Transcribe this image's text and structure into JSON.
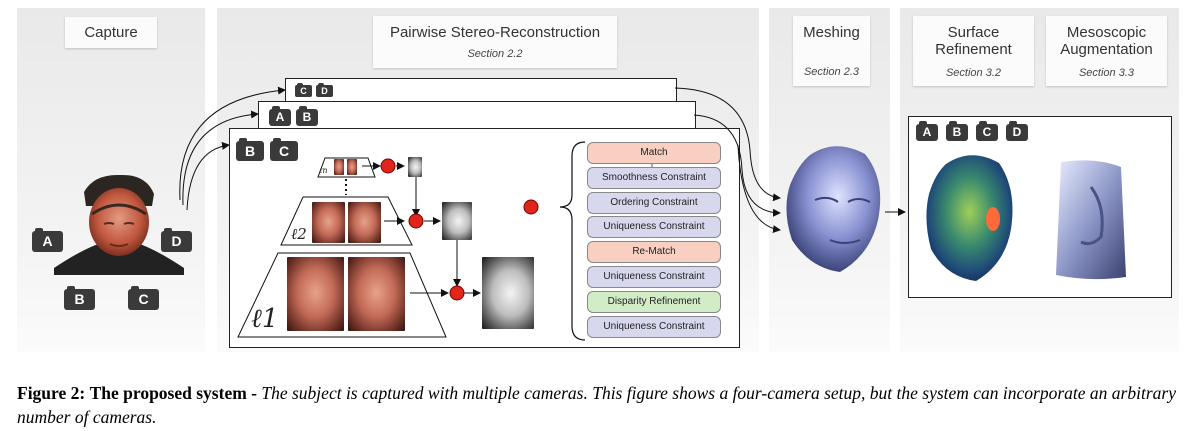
{
  "panels": {
    "capture": {
      "title": "Capture"
    },
    "stereo": {
      "title": "Pairwise Stereo-Reconstruction",
      "section": "Section 2.2"
    },
    "meshing": {
      "title": "Meshing",
      "section": "Section 2.3"
    },
    "surface": {
      "title": "Surface Refinement",
      "section": "Section 3.2"
    },
    "meso": {
      "title": "Mesoscopic Augmentation",
      "section": "Section 3.3"
    }
  },
  "cameras": {
    "capture": [
      "A",
      "B",
      "C",
      "D"
    ],
    "pair_back": [
      "C",
      "D"
    ],
    "pair_mid": [
      "A",
      "B"
    ],
    "pair_front": [
      "B",
      "C"
    ],
    "refinement": [
      "A",
      "B",
      "C",
      "D"
    ]
  },
  "pyramid": {
    "levels": [
      "ℓn",
      "ℓ2",
      "ℓ1"
    ]
  },
  "pipeline_steps": [
    {
      "label": "Match",
      "kind": "match"
    },
    {
      "label": "Smoothness Constraint",
      "kind": "constraint"
    },
    {
      "label": "Ordering Constraint",
      "kind": "constraint"
    },
    {
      "label": "Uniqueness Constraint",
      "kind": "constraint"
    },
    {
      "label": "Re-Match",
      "kind": "match"
    },
    {
      "label": "Uniqueness Constraint",
      "kind": "constraint"
    },
    {
      "label": "Disparity Refinement",
      "kind": "refine"
    },
    {
      "label": "Uniqueness Constraint",
      "kind": "constraint"
    }
  ],
  "caption": {
    "label": "Figure 2:",
    "title": "The proposed system -",
    "text": "The subject is captured with multiple cameras. This figure shows a four-camera setup, but the system can incorporate an arbitrary number of cameras."
  }
}
